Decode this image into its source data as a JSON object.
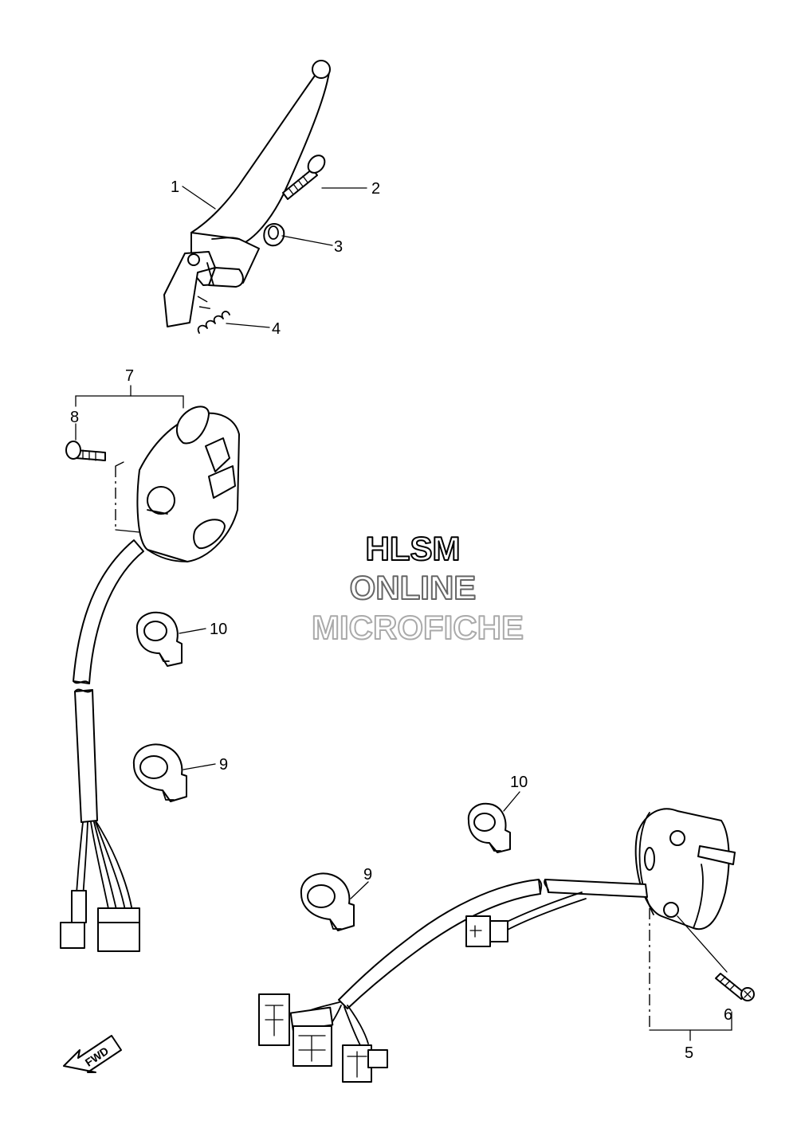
{
  "callouts": [
    {
      "id": "1",
      "label": "1"
    },
    {
      "id": "2",
      "label": "2"
    },
    {
      "id": "3",
      "label": "3"
    },
    {
      "id": "4",
      "label": "4"
    },
    {
      "id": "5",
      "label": "5"
    },
    {
      "id": "6",
      "label": "6"
    },
    {
      "id": "7",
      "label": "7"
    },
    {
      "id": "8",
      "label": "8"
    },
    {
      "id": "9a",
      "label": "9"
    },
    {
      "id": "9b",
      "label": "9"
    },
    {
      "id": "10a",
      "label": "10"
    },
    {
      "id": "10b",
      "label": "10"
    }
  ],
  "watermark": {
    "line1": "HLSM",
    "line2": "ONLINE",
    "line3": "MICROFICHE",
    "colors": {
      "line1": "#000000",
      "line2": "#666666",
      "line3": "#aaaaaa"
    }
  },
  "direction_arrow": {
    "label": "FWD"
  }
}
